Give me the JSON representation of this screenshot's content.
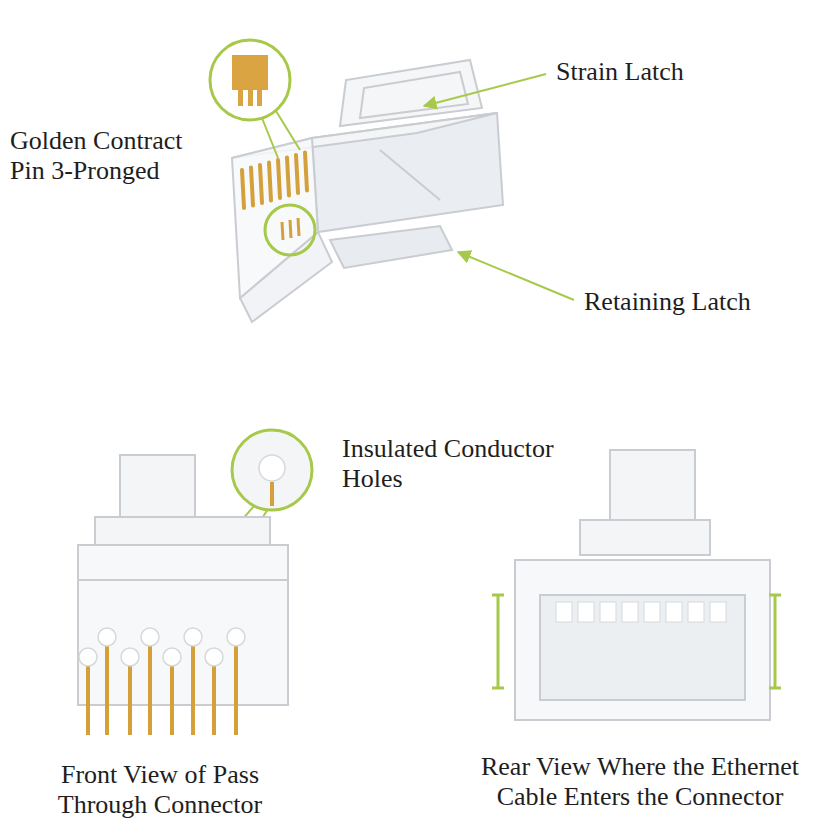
{
  "diagram": {
    "labels": [
      "Strain Latch",
      "Golden Contract Pin 3-Pronged",
      "Retaining Latch",
      "Insulated Conductor Holes",
      "Front View of Pass Through Connector",
      "Rear View Where the Ethernet Cable Enters the Connector"
    ]
  }
}
